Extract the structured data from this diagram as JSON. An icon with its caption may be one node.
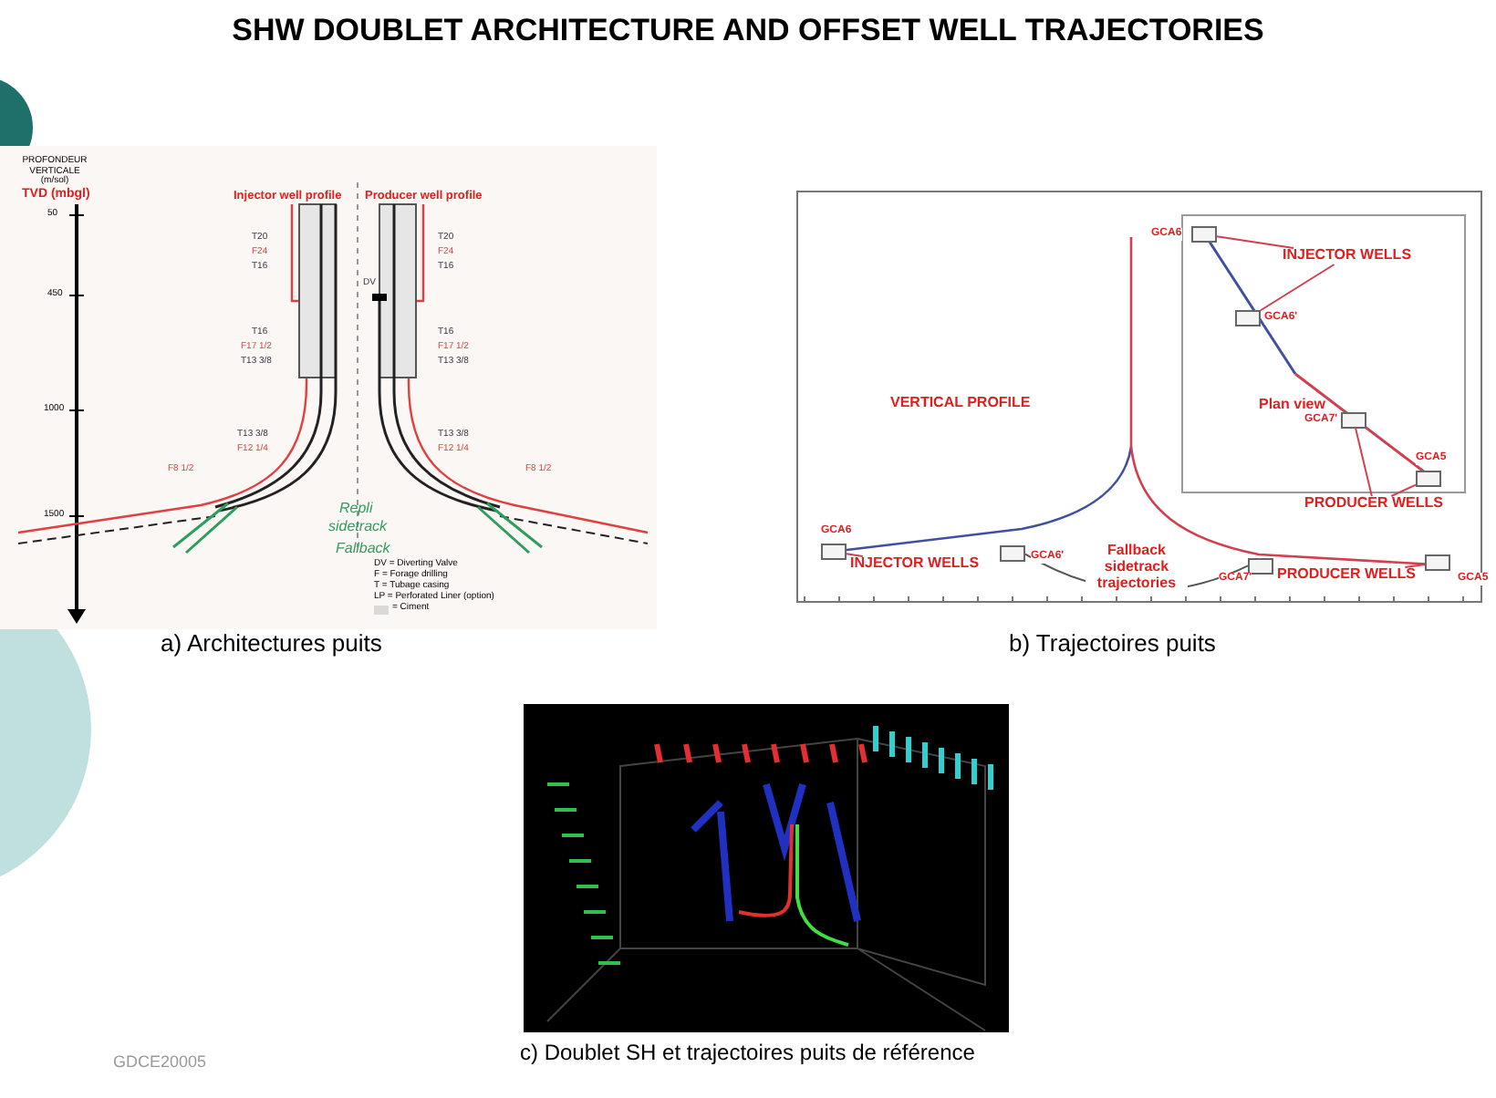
{
  "diagram": {
    "title": "SHW DOUBLET ARCHITECTURE AND OFFSET WELL TRAJECTORIES",
    "nodes": [
      {
        "text": [
          "INJECTOR WELLS"
        ]
      },
      {
        "text": [],
        "shape": "box",
        "beside": [
          "GCA6"
        ]
      },
      {
        "text": [],
        "shape": "box",
        "beside": [
          "GCA6'"
        ]
      },
      {
        "text": [
          "PRODUCER WELLS"
        ]
      },
      {
        "text": [],
        "shape": "box",
        "beside": [
          "GCA7'"
        ]
      },
      {
        "text": [],
        "shape": "box",
        "beside": [
          "GCA5"
        ]
      },
      {
        "text": [
          "INJECTOR WELLS"
        ]
      },
      {
        "text": [],
        "shape": "box",
        "beside": [
          "GCA6"
        ]
      },
      {
        "text": [],
        "shape": "box",
        "beside": [
          "GCA6'"
        ]
      },
      {
        "text": [],
        "shape": "box",
        "beside": [
          "GCA7'"
        ]
      },
      {
        "text": [
          "PRODUCER WELLS"
        ]
      },
      {
        "text": [],
        "shape": "box",
        "beside": [
          "GCA5"
        ]
      }
    ],
    "edges": [
      {
        "from": 0,
        "to": 1,
        "arrow": "none"
      },
      {
        "from": 0,
        "to": 2,
        "arrow": "none"
      },
      {
        "from": 3,
        "to": 4,
        "arrow": "none"
      },
      {
        "from": 3,
        "to": 5,
        "arrow": "none"
      },
      {
        "from": 6,
        "to": 7,
        "arrow": "none"
      },
      {
        "from": 8,
        "to": 9,
        "arrow": "none",
        "label": "Fallback sidetrack trajectories",
        "color": "#555555"
      },
      {
        "from": 10,
        "to": 11,
        "arrow": "none"
      }
    ],
    "labels": [
      "PROFONDEUR VERTICALE (m/sol)",
      "TVD (mbgl)",
      "50",
      "450",
      "1000",
      "1500",
      "Injector well profile",
      "Producer well profile",
      "T20",
      "F24",
      "T16",
      "T20",
      "F24",
      "T16",
      "T16",
      "F17 1/2",
      "T13 3/8",
      "T16",
      "F17 1/2",
      "T13 3/8",
      "T13 3/8",
      "F12 1/4",
      "T13 3/8",
      "F12 1/4",
      "F8 1/2",
      "F8 1/2",
      "DV",
      "Repli",
      "sidetrack",
      "Fallback",
      "DV = Diverting Valve",
      "F = Forage drilling",
      "T = Tubage casing",
      "LP = Perforated Liner (option)",
      "a) Architectures puits",
      "VERTICAL PROFILE",
      "Plan view",
      "b) Trajectoires puits",
      "c) Doublet SH et trajectoires puits de référence",
      "GDCE20005"
    ],
    "legend": [
      {
        "text": "= Ciment",
        "color": "#d9d9d9"
      }
    ]
  }
}
